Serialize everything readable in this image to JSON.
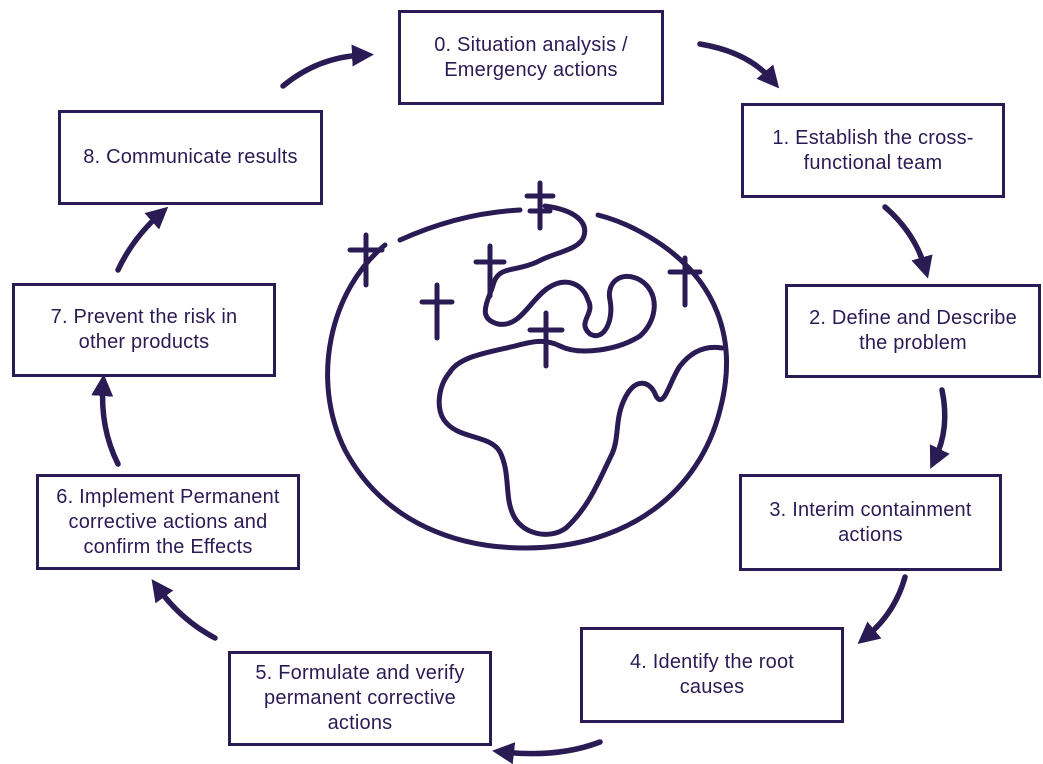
{
  "diagram": {
    "stroke_color": "#2b1b54",
    "background_color": "#ffffff",
    "center_icon": "globe-with-markers-icon",
    "steps": [
      {
        "label": "0. Situation analysis /\nEmergency actions"
      },
      {
        "label": "1. Establish the cross-\nfunctional team"
      },
      {
        "label": "2. Define and Describe\nthe problem"
      },
      {
        "label": "3. Interim containment\nactions"
      },
      {
        "label": "4. Identify the root\ncauses"
      },
      {
        "label": "5. Formulate and verify\npermanent corrective\nactions"
      },
      {
        "label": "6. Implement Permanent\ncorrective actions and\nconfirm the Effects"
      },
      {
        "label": "7. Prevent the risk in\nother products"
      },
      {
        "label": "8. Communicate results"
      }
    ]
  }
}
